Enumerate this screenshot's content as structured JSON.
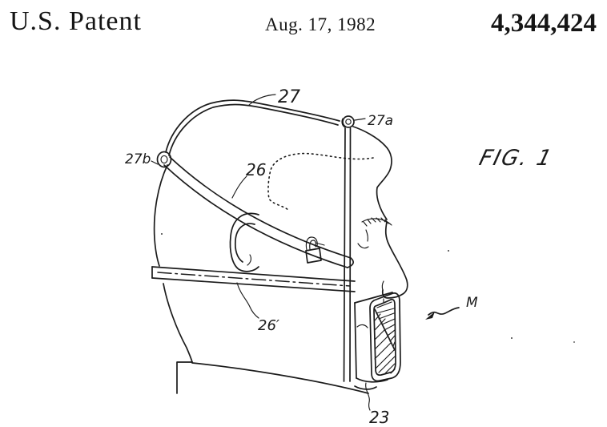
{
  "page": {
    "background": "#ffffff",
    "ink": "#1b1b1b"
  },
  "header": {
    "office": "U.S. Patent",
    "date": "Aug. 17, 1982",
    "patent_number": "4,344,424"
  },
  "figure": {
    "caption": "FIG. 1",
    "labels": {
      "headband": "27",
      "front_loop": "27a",
      "rear_loop": "27b",
      "diagonal_strap": "26",
      "neck_strap": "26′",
      "muzzle": "23",
      "mask": "M"
    }
  }
}
